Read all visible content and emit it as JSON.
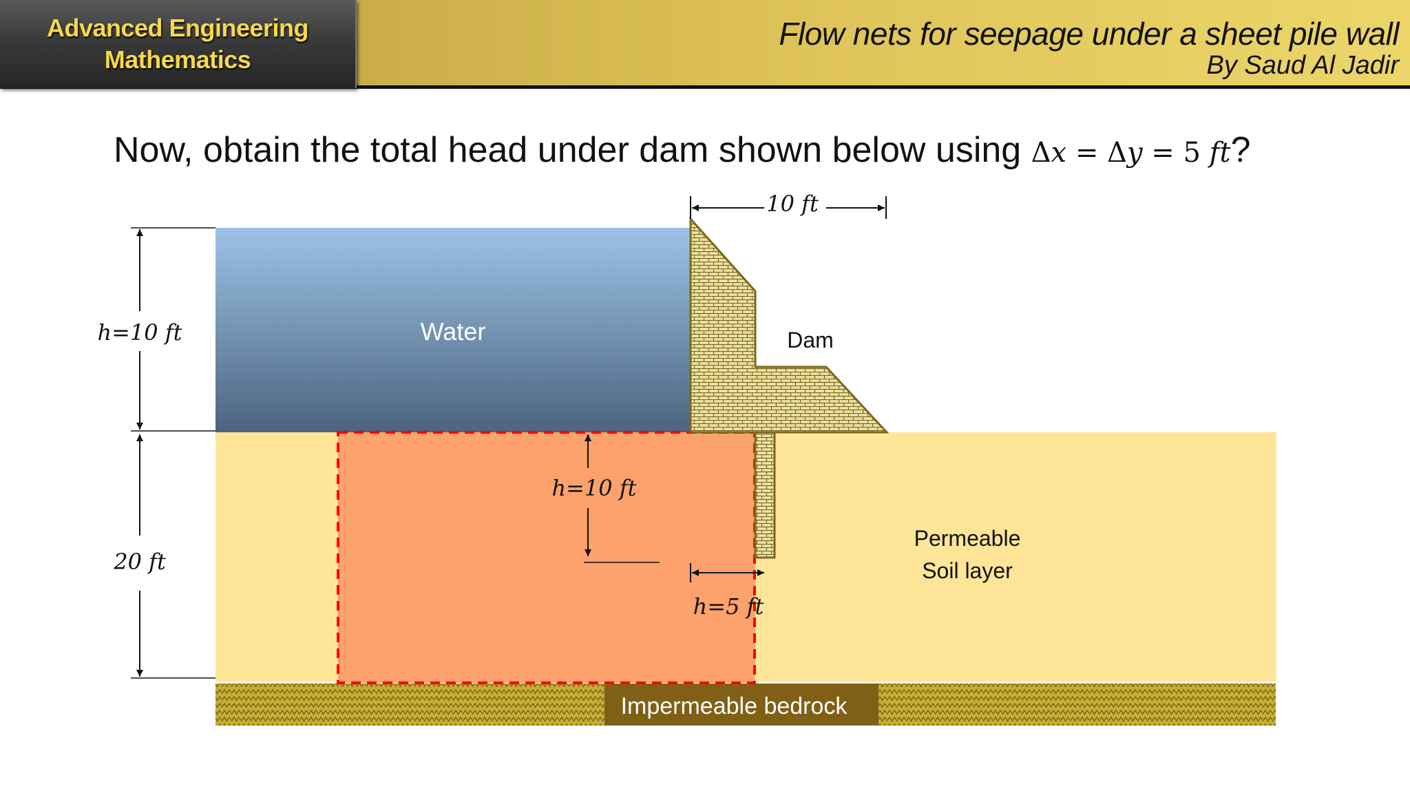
{
  "header": {
    "course": "Advanced Engineering\nMathematics",
    "title": "Flow nets for seepage under a sheet pile wall",
    "author": "By Saud Al Jadir"
  },
  "question": {
    "text": "Now, obtain the total head under dam shown below using ",
    "math_1": "Δ",
    "math_2": "x",
    "math_3": " = Δ",
    "math_4": "y",
    "math_5": " = 5 ",
    "math_6": "ft",
    "end": "?"
  },
  "diagram": {
    "dam_width_label": "10 ft",
    "water_height_label": "h=10 ft",
    "soil_depth_label": "20 ft",
    "water_label": "Water",
    "dam_label": "Dam",
    "soil_label_line1": "Permeable",
    "soil_label_line2": "Soil layer",
    "bedrock_label": "Impermeable bedrock",
    "inner_head_label": "h=10 ft",
    "pile_head_label": "h=5 ft",
    "colors": {
      "water_top": "#9bc3e6",
      "water_bottom": "#4d6480",
      "soil": "#fee597",
      "region": "#fda16d",
      "region_border": "#ff0000",
      "dam_fill": "#efe2a8",
      "dam_lines": "#7a6a1c",
      "bedrock": "#b59a2a",
      "bedrock_label_bg": "#806016"
    }
  }
}
